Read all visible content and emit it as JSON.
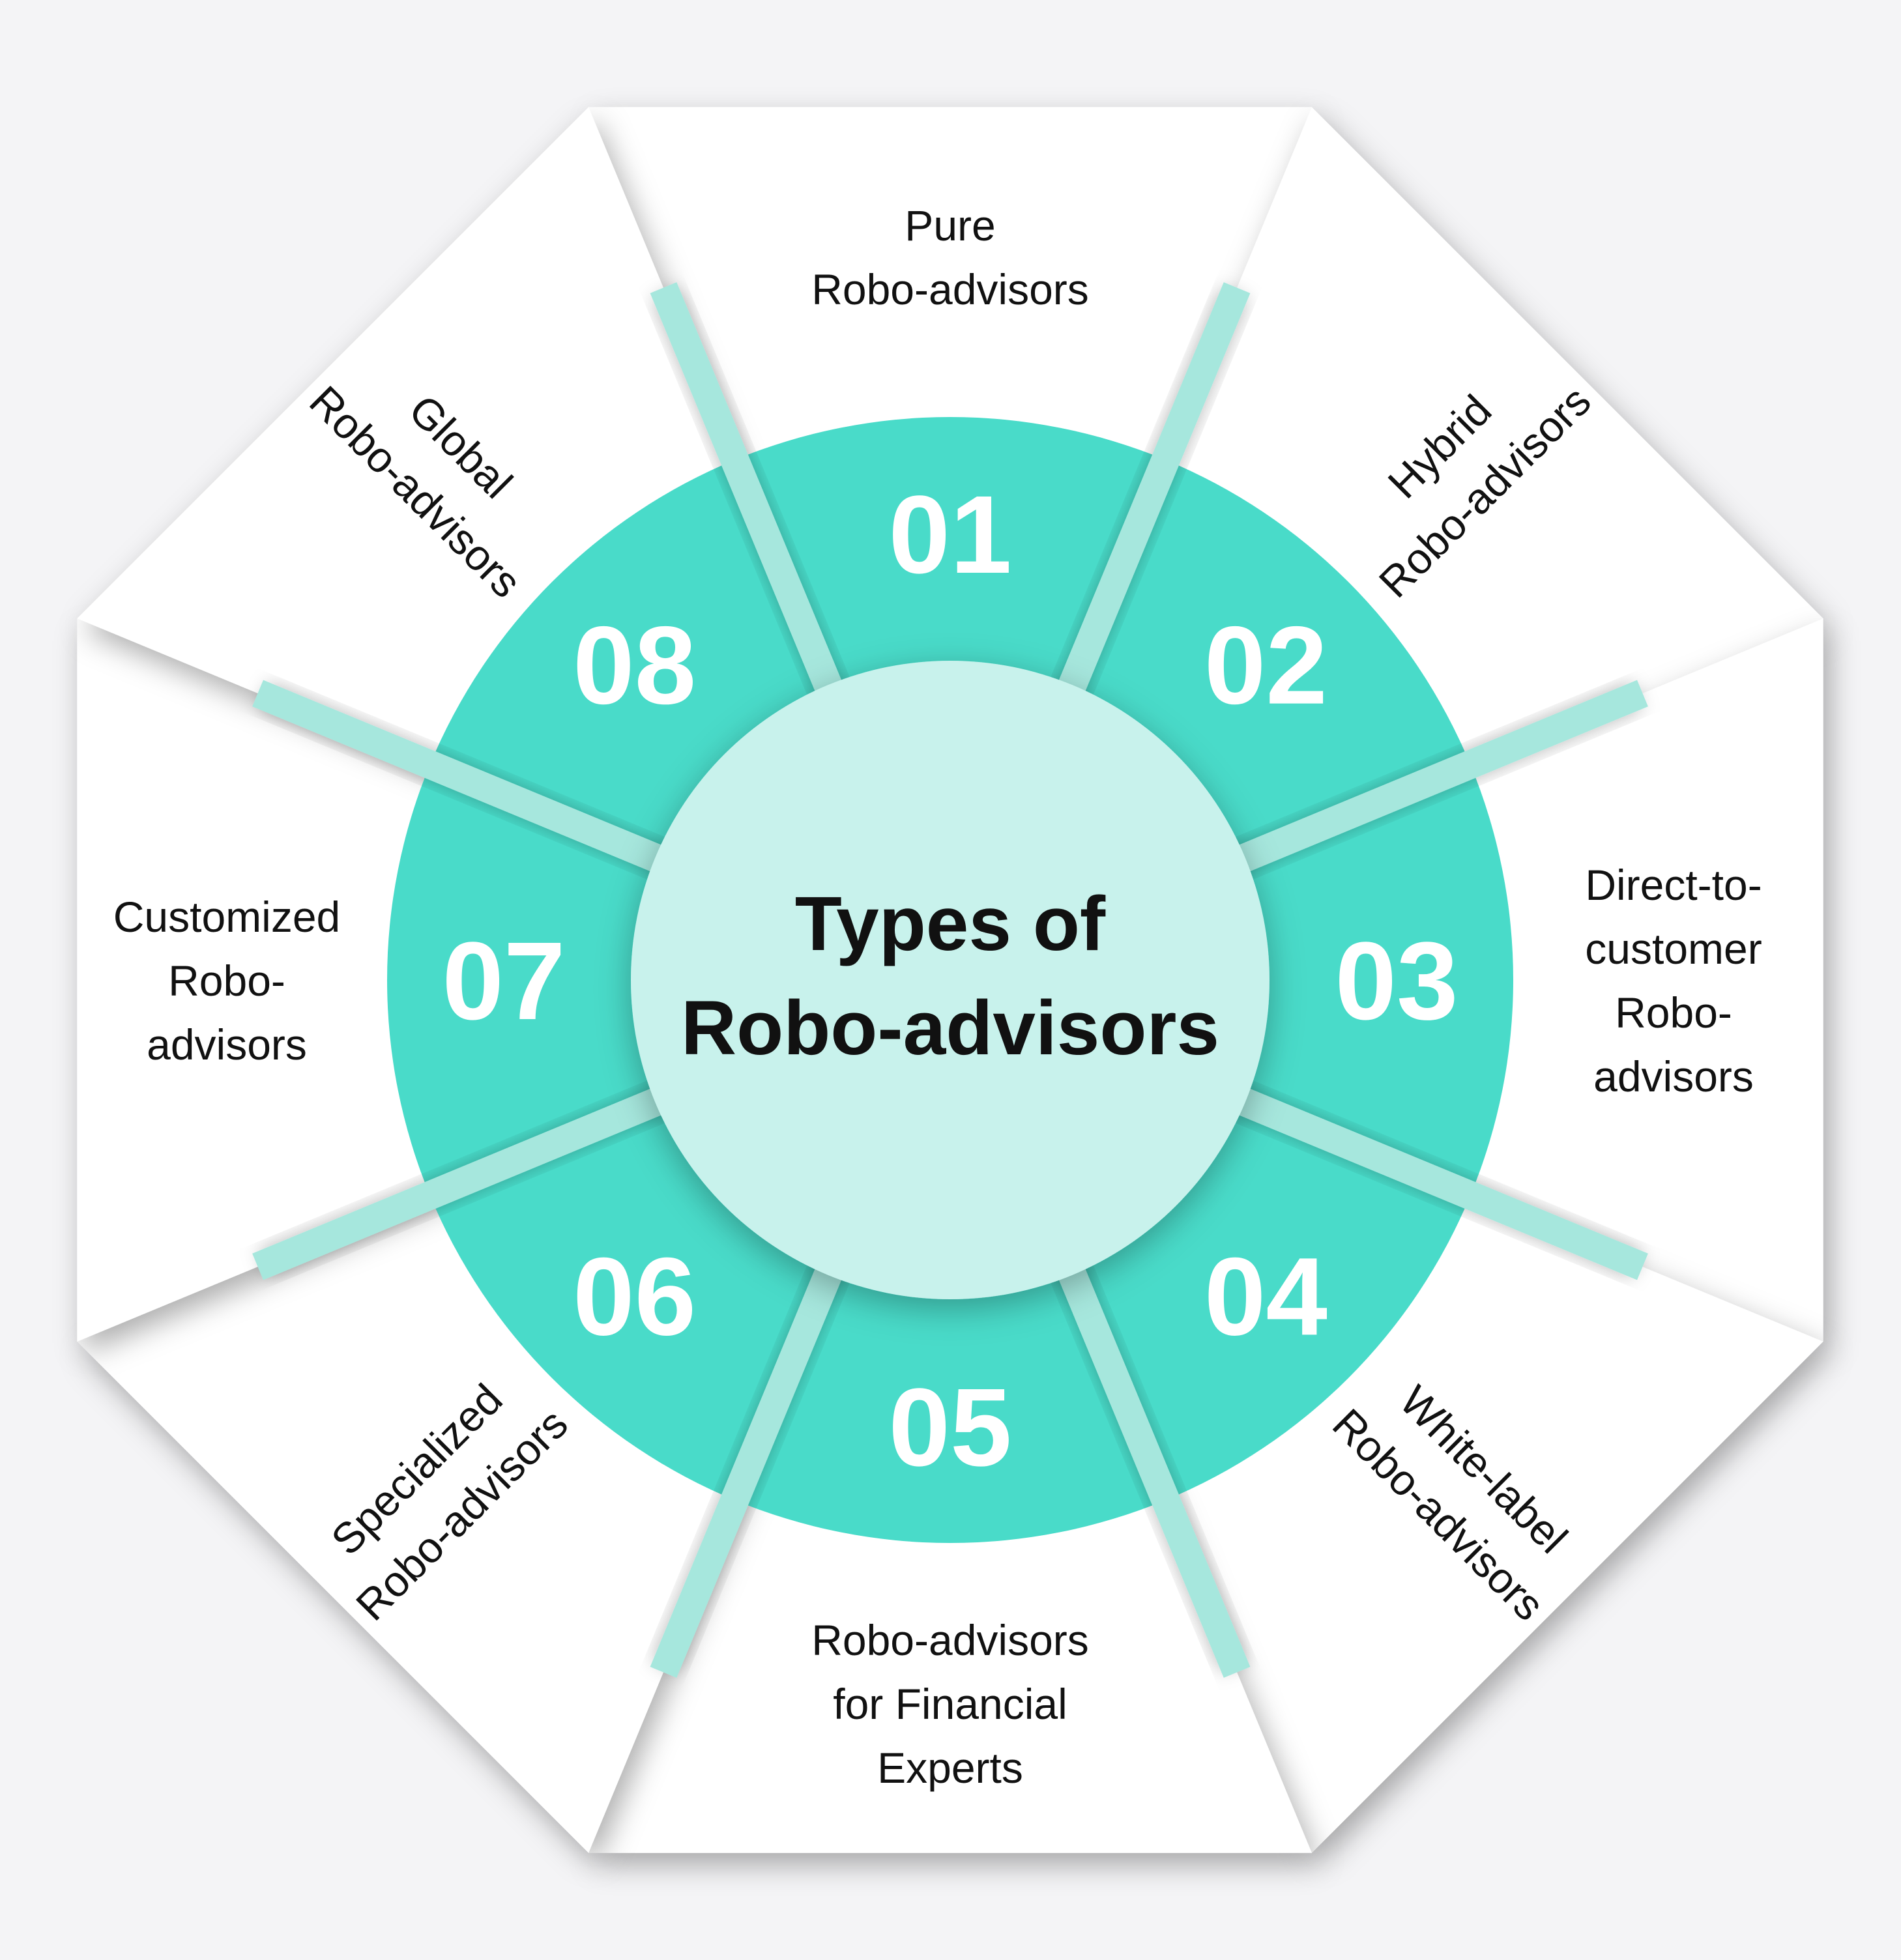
{
  "center": {
    "title_lines": [
      "Types of",
      "Robo-advisors"
    ]
  },
  "colors": {
    "background": "#f4f4f6",
    "ring": "#49dbc9",
    "center_fill": "#c8f2ec",
    "divider": "#a6e7dd",
    "petal": "#ffffff",
    "text": "#111111",
    "number_text": "#ffffff"
  },
  "segments": [
    {
      "number": "01",
      "label_lines": [
        "Pure",
        "Robo-advisors"
      ]
    },
    {
      "number": "02",
      "label_lines": [
        "Hybrid",
        "Robo-advisors"
      ]
    },
    {
      "number": "03",
      "label_lines": [
        "Direct-to-",
        "customer",
        "Robo-",
        "advisors"
      ]
    },
    {
      "number": "04",
      "label_lines": [
        "White-label",
        "Robo-advisors"
      ]
    },
    {
      "number": "05",
      "label_lines": [
        "Robo-advisors",
        "for Financial",
        "Experts"
      ]
    },
    {
      "number": "06",
      "label_lines": [
        "Specialized",
        "Robo-advisors"
      ]
    },
    {
      "number": "07",
      "label_lines": [
        "Customized",
        "Robo-",
        "advisors"
      ]
    },
    {
      "number": "08",
      "label_lines": [
        "Global",
        "Robo-advisors"
      ]
    }
  ]
}
